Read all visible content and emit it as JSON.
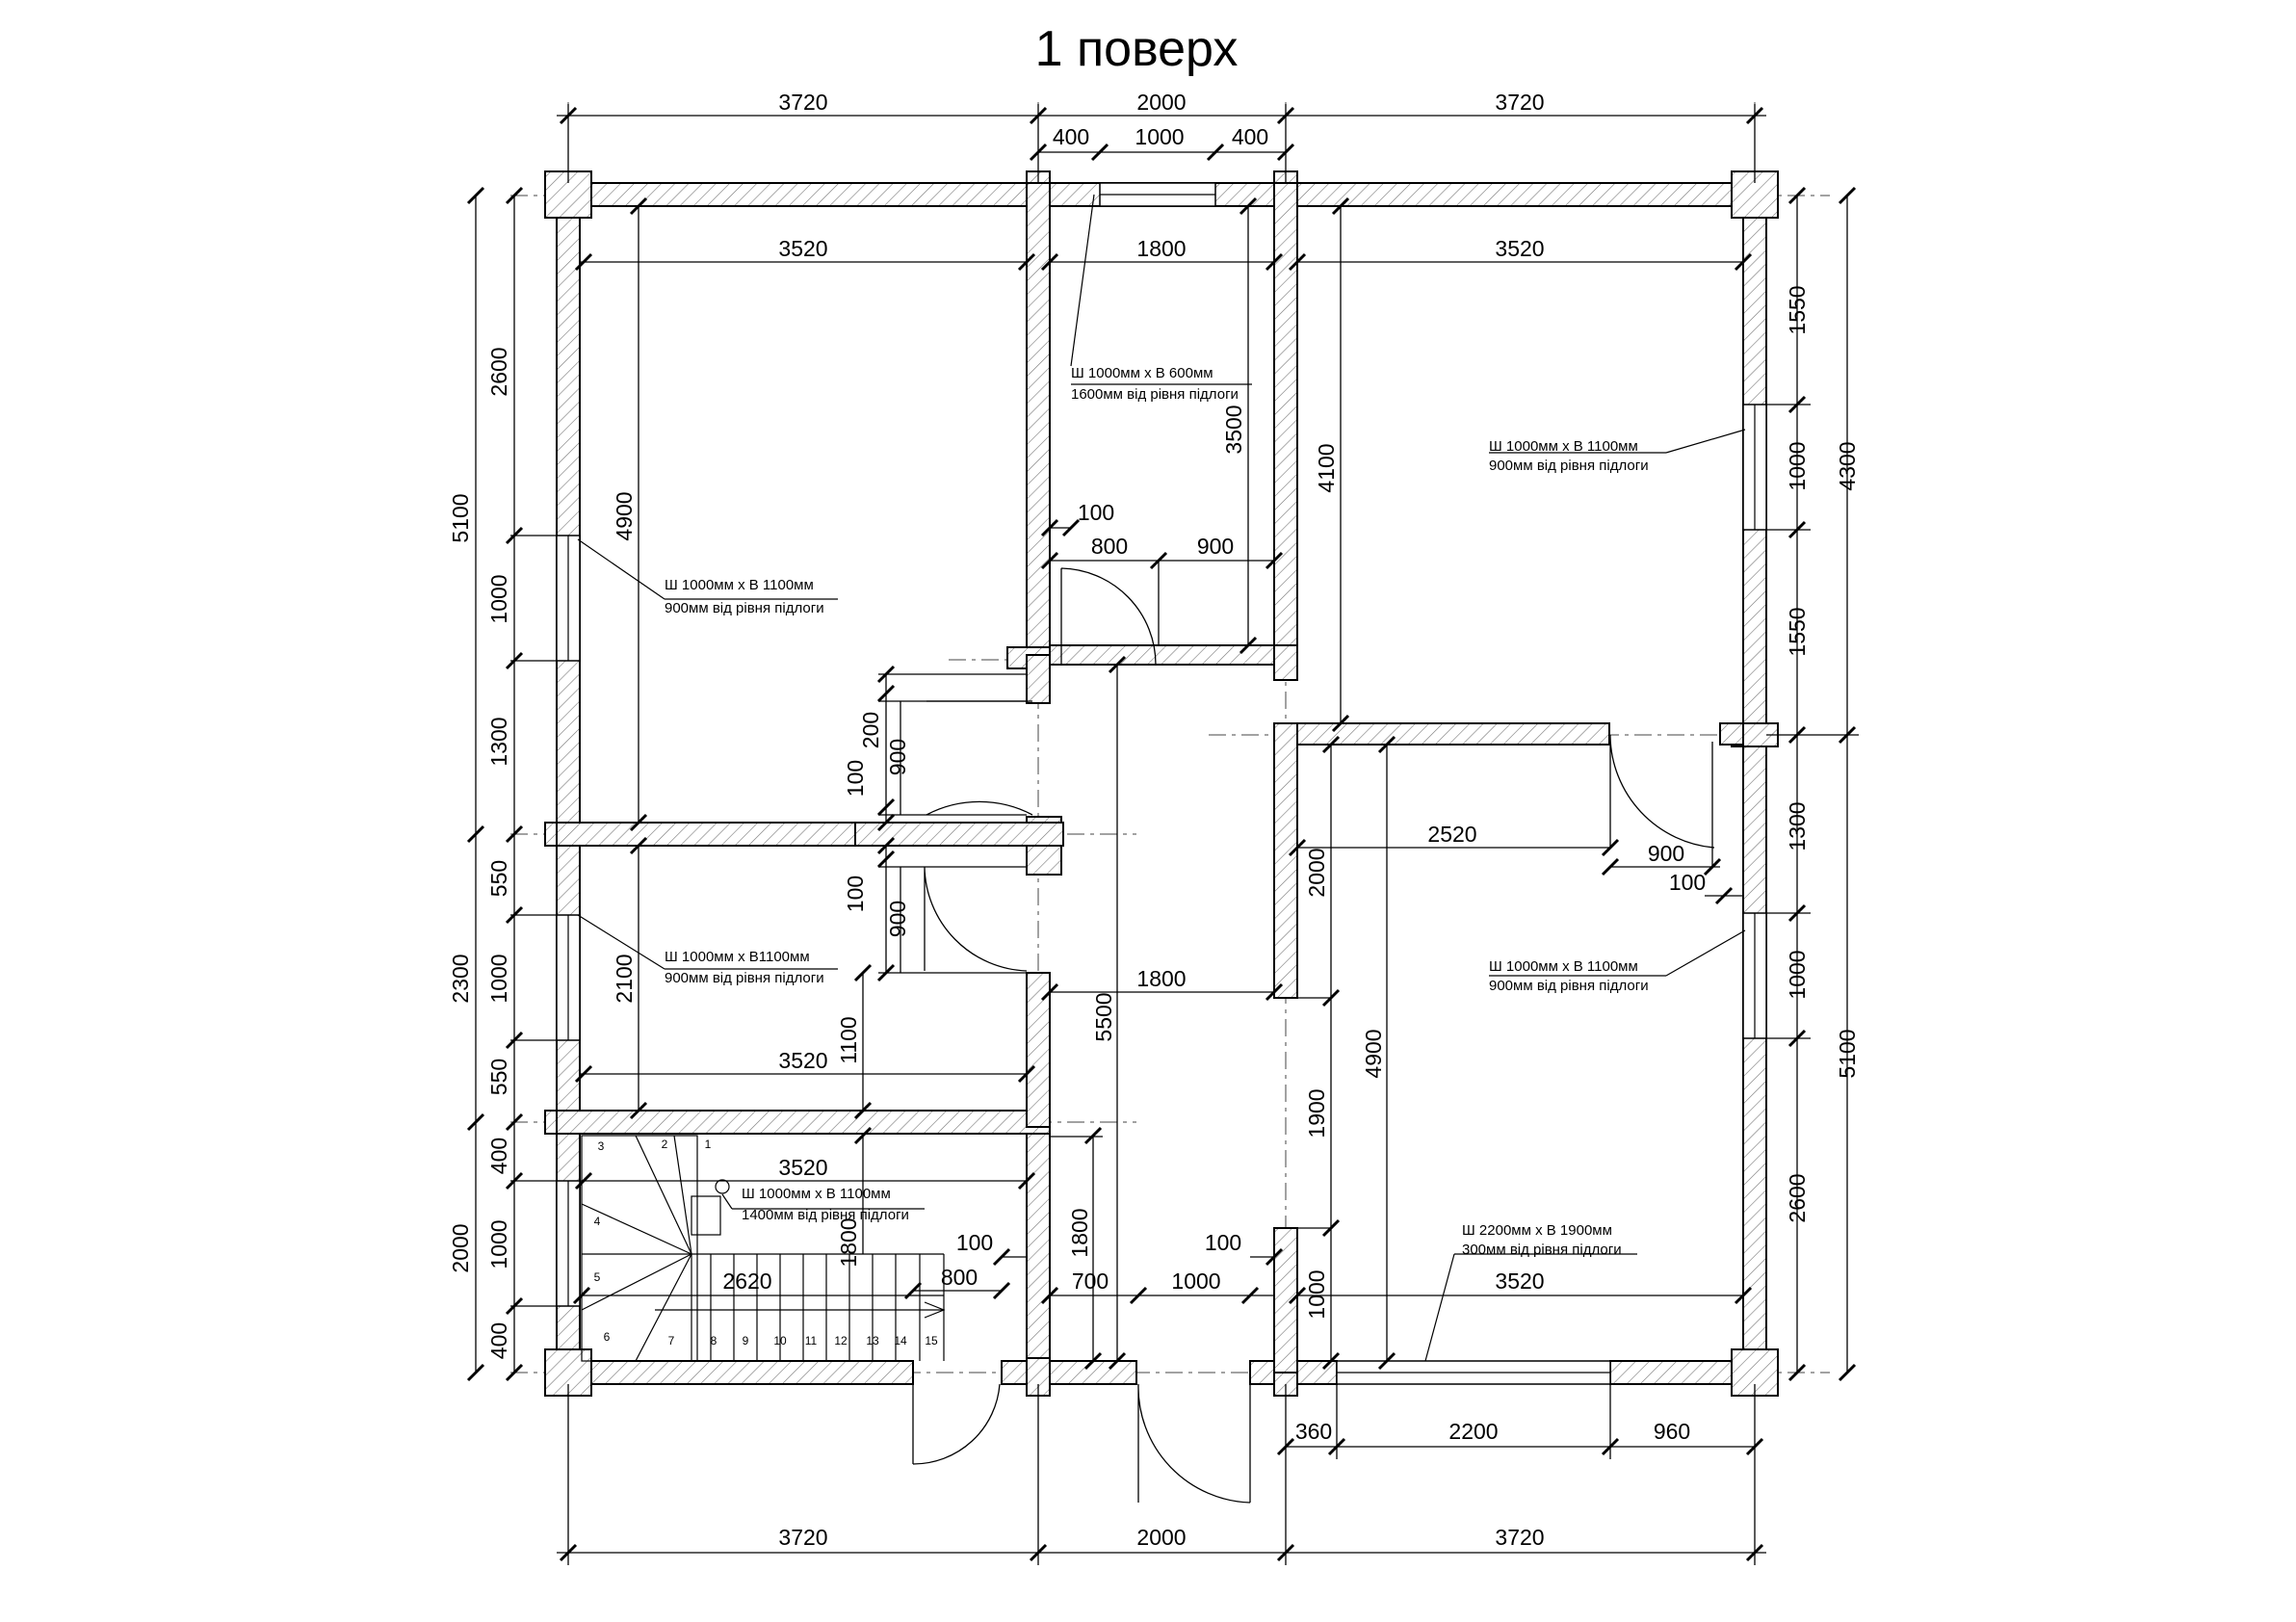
{
  "title": "1 поверх",
  "top_dims": [
    "3720",
    "2000",
    "3720",
    "400",
    "1000",
    "400"
  ],
  "bottom_dims": [
    "3720",
    "2000",
    "3720",
    "360",
    "2200",
    "960"
  ],
  "left_outer": [
    "5100",
    "2300",
    "2000"
  ],
  "left_inner": [
    "2600",
    "1000",
    "1300",
    "550",
    "1000",
    "550",
    "400",
    "1000",
    "400"
  ],
  "right_outer": [
    "4300",
    "5100"
  ],
  "right_inner": [
    "1550",
    "1000",
    "1550",
    "1300",
    "1000",
    "2600"
  ],
  "interior_dims": {
    "room_nw_width": "3520",
    "room_nw_height": "4900",
    "bath_width": "1800",
    "bath_height": "3500",
    "bath_partition": "100",
    "bath_door": "800",
    "bath_shower": "900",
    "room_ne_width": "3520",
    "room_ne_height": "4100",
    "hall_door_1_gap": "200",
    "hall_door_1_width": "900",
    "hall_door_1_wall": "100",
    "hall_door_2_wall": "100",
    "hall_door_2_width": "900",
    "room_w_height": "2100",
    "room_w_width": "3520",
    "room_w_depth": "1100",
    "hall_width": "1800",
    "hall_length": "5500",
    "stair_width": "3520",
    "stair_run": "2620",
    "stair_height": "1800",
    "stair_door": "800",
    "stair_wall": "100",
    "vest_height": "1800",
    "vest_wall": "700",
    "vest_door": "1000",
    "vest_wall_2": "100",
    "living_width": "2520",
    "living_door": "900",
    "living_door_gap": "100",
    "living_wall": "2000",
    "living_height": "4900",
    "living_lower": "1900",
    "living_door_side": "1000",
    "living_width_2": "3520"
  },
  "window_notes": [
    {
      "line1": "Ш 1000мм  х В 600мм",
      "line2": "1600мм від рівня підлоги"
    },
    {
      "line1": "Ш 1000мм  х В 1100мм",
      "line2": "900мм від рівня підлоги"
    },
    {
      "line1": "Ш 1000мм  х В 1100мм",
      "line2": "900мм від рівня підлоги"
    },
    {
      "line1": "Ш 1000мм  х В1100мм",
      "line2": "900мм від рівня підлоги"
    },
    {
      "line1": "Ш 1000мм  х В 1100мм",
      "line2": "900мм від рівня підлоги"
    },
    {
      "line1": "Ш 1000мм  х В 1100мм",
      "line2": "1400мм від рівня підлоги"
    },
    {
      "line1": "Ш 2200мм  х В 1900мм",
      "line2": "300мм від рівня підлоги"
    }
  ],
  "stair_steps": [
    "1",
    "2",
    "3",
    "4",
    "5",
    "6",
    "7",
    "8",
    "9",
    "10",
    "11",
    "12",
    "13",
    "14",
    "15"
  ]
}
